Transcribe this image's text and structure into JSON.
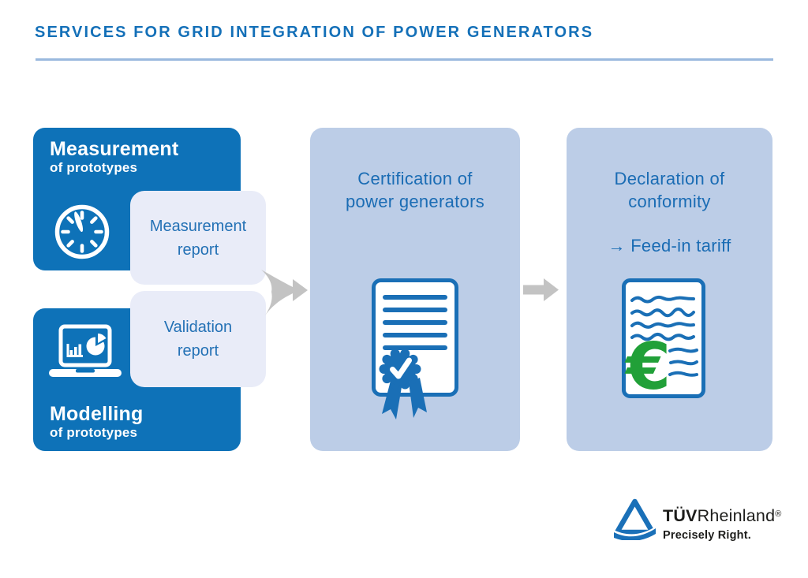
{
  "title": "SERVICES FOR GRID INTEGRATION OF POWER GENERATORS",
  "flow": {
    "measurement": {
      "title": "Measurement",
      "subtitle": "of prototypes",
      "icon": "gauge-icon"
    },
    "modelling": {
      "title": "Modelling",
      "subtitle": "of prototypes",
      "icon": "laptop-analytics-icon"
    },
    "measurement_report": {
      "label": "Measurement\nreport"
    },
    "validation_report": {
      "label": "Validation\nreport"
    },
    "certification": {
      "label": "Certification of\npower generators",
      "icon": "certificate-icon"
    },
    "declaration": {
      "label": "Declaration of\nconformity",
      "note": "→ Feed-in tariff",
      "icon": "euro-document-icon"
    }
  },
  "logo": {
    "brand_bold": "TÜV",
    "brand_regular": "Rheinland",
    "registered": "®",
    "tagline": "Precisely Right."
  },
  "colors": {
    "brand_blue": "#0e72b8",
    "panel_blue": "#bccde7",
    "report_bg": "#e9ecf8",
    "title_blue": "#1470b8",
    "text_blue": "#1a6cb4",
    "arrow_gray": "#c3c3c3",
    "euro_green": "#21a038",
    "logo_blue": "#1a70b8"
  }
}
